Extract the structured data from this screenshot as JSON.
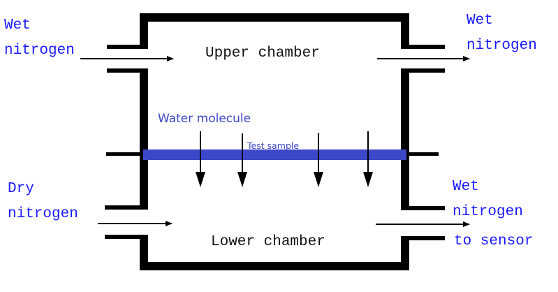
{
  "diagram": {
    "title": "Water vapor permeation test chamber",
    "colors": {
      "wall": "#000000",
      "label_blue": "#1a1aff",
      "sample_blue": "#3d48c8",
      "water_label": "#3d48c8",
      "arrow": "#000000"
    },
    "chambers": {
      "upper": "Upper chamber",
      "lower": "Lower chamber"
    },
    "sample_label": "Test sample",
    "water_label": "Water molecule",
    "ports": {
      "upper_inlet": {
        "line1": "Wet",
        "line2": "nitrogen"
      },
      "upper_outlet": {
        "line1": "Wet",
        "line2": "nitrogen"
      },
      "lower_inlet": {
        "line1": "Dry",
        "line2": "nitrogen"
      },
      "lower_outlet": {
        "line1": "Wet",
        "line2": "nitrogen",
        "line3": "to sensor"
      }
    },
    "water_arrow_count": 4
  }
}
